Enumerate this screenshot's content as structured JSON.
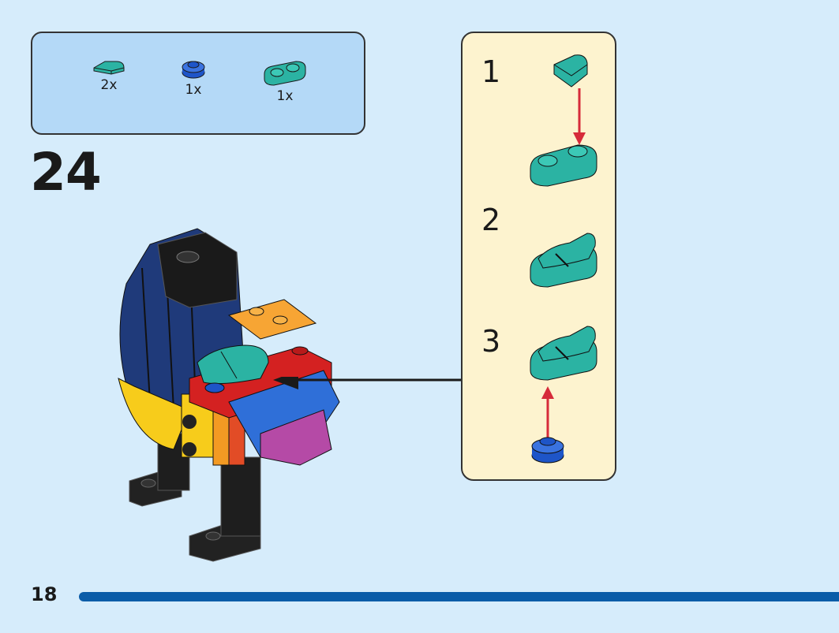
{
  "parts_list": {
    "items": [
      {
        "name": "teal-curved-tile",
        "quantity": "2x",
        "color": "#2bb3a3"
      },
      {
        "name": "blue-round-plate",
        "quantity": "1x",
        "color": "#1e55c8"
      },
      {
        "name": "teal-two-stud-plate",
        "quantity": "1x",
        "color": "#2bb3a3"
      }
    ]
  },
  "step": {
    "number": "24"
  },
  "callout": {
    "substeps": [
      {
        "number": "1"
      },
      {
        "number": "2"
      },
      {
        "number": "3"
      }
    ]
  },
  "page": {
    "number": "18"
  },
  "colors": {
    "background": "#d6ecfb",
    "parts_box": "#b4d9f7",
    "callout_box": "#fdf3cf",
    "teal": "#2bb3a3",
    "blue": "#1e55c8",
    "assembly_arrow": "#d62b3a",
    "progress": "#0b5ca8"
  }
}
